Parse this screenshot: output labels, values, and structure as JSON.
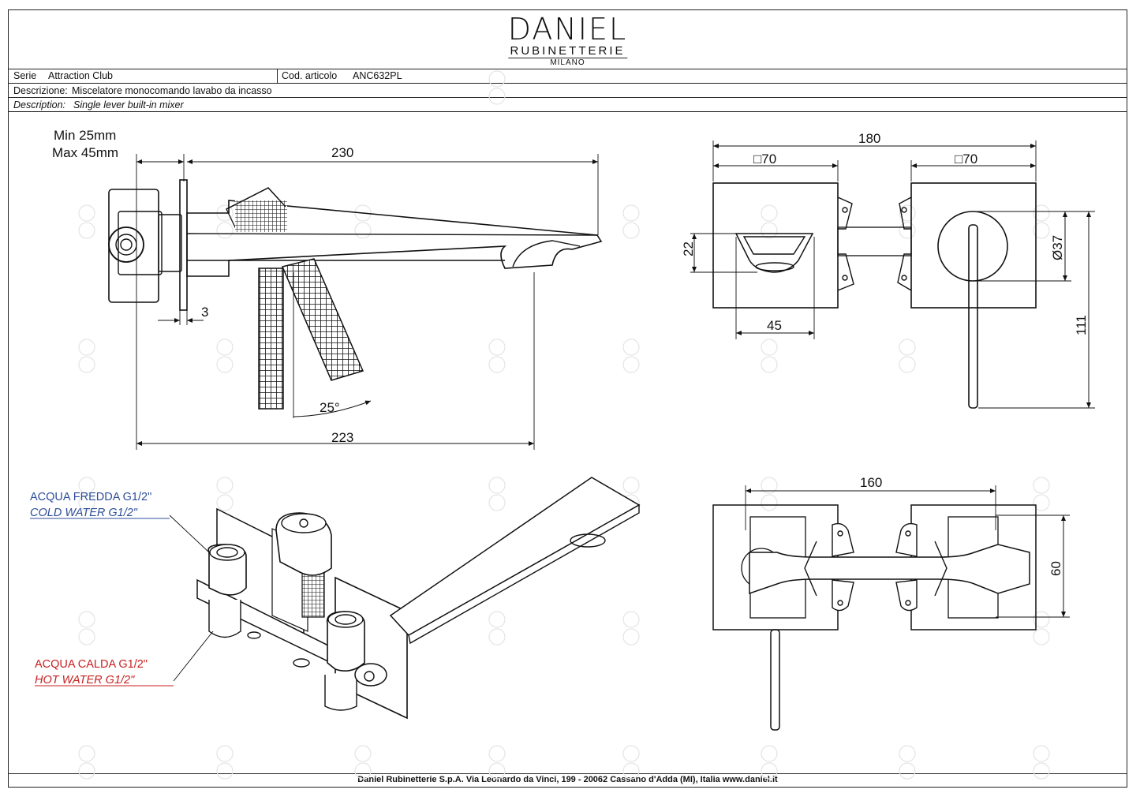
{
  "brand": {
    "name": "DANIEL",
    "sub": "RUBINETTERIE",
    "city": "MILANO"
  },
  "info": {
    "serie_label": "Serie",
    "serie_value": "Attraction Club",
    "code_label": "Cod. articolo",
    "code_value": "ANC632PL",
    "descrizione_label": "Descrizione:",
    "descrizione_value": "Miscelatore monocomando lavabo da incasso",
    "description_label": "Description:",
    "description_value": "Single lever built-in mixer"
  },
  "side_view": {
    "wall_min": "Min 25mm",
    "wall_max": "Max 45mm",
    "dim_length": "230",
    "dim_plate": "3",
    "dim_angle": "25°",
    "dim_total": "223"
  },
  "front_view": {
    "dim_total": "180",
    "dim_left_plate": "□70",
    "dim_right_plate": "□70",
    "dim_spout_h": "22",
    "dim_spout_w": "45",
    "dim_rosette": "Ø37",
    "dim_height": "111"
  },
  "iso_view": {
    "cold_it": "ACQUA FREDDA G1/2\"",
    "cold_en": "COLD WATER G1/2\"",
    "hot_it": "ACQUA CALDA G1/2\"",
    "hot_en": "HOT WATER G1/2\""
  },
  "rear_view": {
    "dim_width": "160",
    "dim_height": "60"
  },
  "footer": {
    "text": "Daniel Rubinetterie S.p.A. Via Leonardo da Vinci, 199 - 20062 Cassano d'Adda (MI), Italia www.daniel.it"
  },
  "colors": {
    "cold": "#2d4e9a",
    "hot": "#c82020",
    "line": "#222222"
  }
}
